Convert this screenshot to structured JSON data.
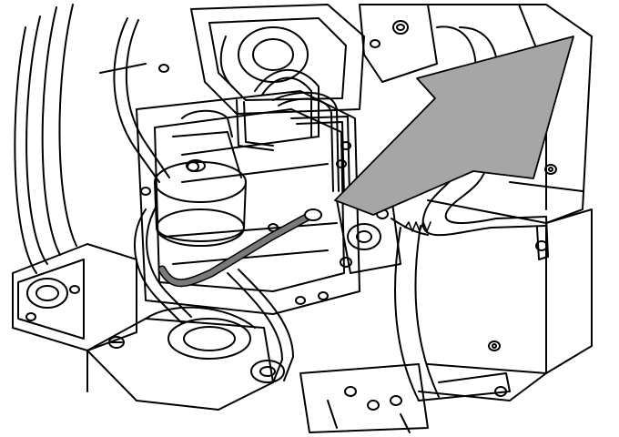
{
  "figure": {
    "subject": "engine-compartment-line-drawing",
    "colors": {
      "ink": "#000000",
      "paper": "#ffffff",
      "arrow_fill": "#a6a6a6",
      "highlight_hose": "#7a7a7a"
    },
    "callouts": [
      {
        "kind": "pointer-arrow",
        "target": "hose-connection"
      }
    ]
  }
}
